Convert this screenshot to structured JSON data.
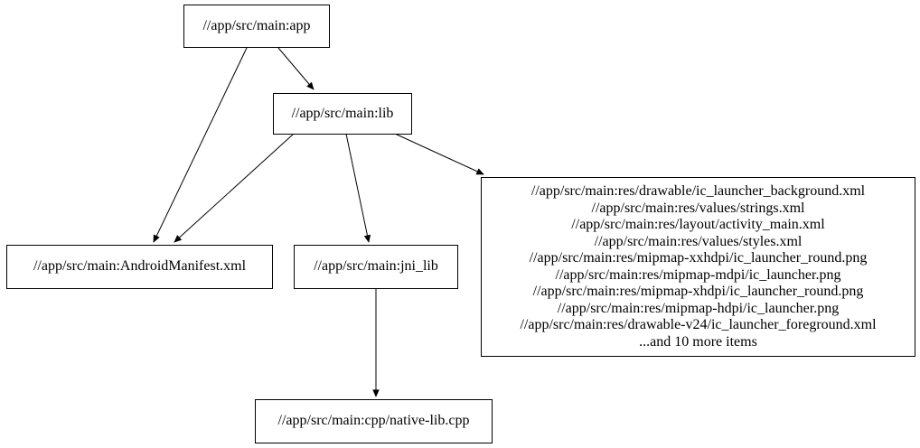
{
  "graph": {
    "background_color": "#ffffff",
    "node_border_color": "#000000",
    "edge_color": "#000000",
    "text_color": "#000000",
    "nodes": {
      "app": {
        "label": "//app/src/main:app"
      },
      "lib": {
        "label": "//app/src/main:lib"
      },
      "android_manifest": {
        "label": "//app/src/main:AndroidManifest.xml"
      },
      "jni_lib": {
        "label": "//app/src/main:jni_lib"
      },
      "cpp_native_lib": {
        "label": "//app/src/main:cpp/native-lib.cpp"
      },
      "res_files": {
        "lines": [
          "//app/src/main:res/drawable/ic_launcher_background.xml",
          "//app/src/main:res/values/strings.xml",
          "//app/src/main:res/layout/activity_main.xml",
          "//app/src/main:res/values/styles.xml",
          "//app/src/main:res/mipmap-xxhdpi/ic_launcher_round.png",
          "//app/src/main:res/mipmap-mdpi/ic_launcher.png",
          "//app/src/main:res/mipmap-xhdpi/ic_launcher_round.png",
          "//app/src/main:res/mipmap-hdpi/ic_launcher.png",
          "//app/src/main:res/drawable-v24/ic_launcher_foreground.xml",
          "...and 10 more items"
        ]
      }
    },
    "edges": [
      {
        "from": "//app/src/main:app",
        "to": "//app/src/main:lib"
      },
      {
        "from": "//app/src/main:app",
        "to": "//app/src/main:AndroidManifest.xml"
      },
      {
        "from": "//app/src/main:lib",
        "to": "//app/src/main:AndroidManifest.xml"
      },
      {
        "from": "//app/src/main:lib",
        "to": "//app/src/main:jni_lib"
      },
      {
        "from": "//app/src/main:lib",
        "to": "//app/src/main:res files group"
      },
      {
        "from": "//app/src/main:jni_lib",
        "to": "//app/src/main:cpp/native-lib.cpp"
      }
    ]
  }
}
